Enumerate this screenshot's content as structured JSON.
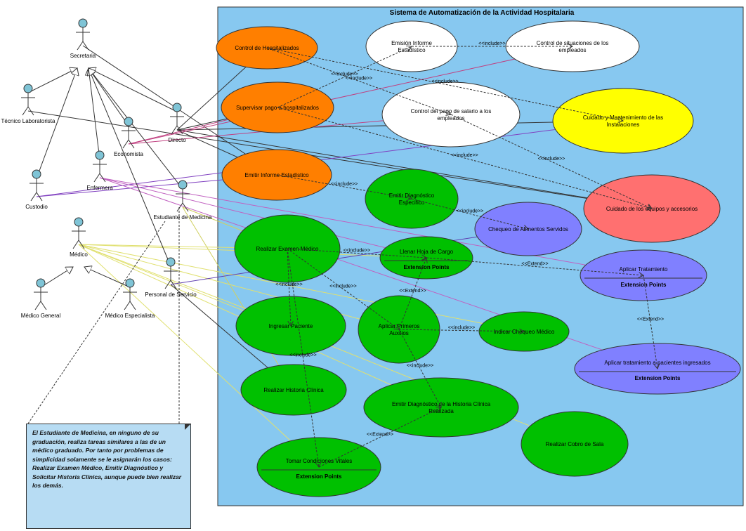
{
  "system": {
    "title": "Sistema de Automatización de la Actividad Hospitalaria"
  },
  "actors": [
    {
      "id": "secretaria",
      "name": "Secretaria"
    },
    {
      "id": "tecnico_lab",
      "name": "Técnico Laboratorista"
    },
    {
      "id": "directo",
      "name": "Directo"
    },
    {
      "id": "economista",
      "name": "Economista"
    },
    {
      "id": "enfermera",
      "name": "Enfermera"
    },
    {
      "id": "custodio",
      "name": "Custodio"
    },
    {
      "id": "estudiante",
      "name": "Estudiante de Medicina"
    },
    {
      "id": "medico",
      "name": "Médico"
    },
    {
      "id": "personal",
      "name": "Personal de Servicio"
    },
    {
      "id": "medico_general",
      "name": "Médico General"
    },
    {
      "id": "medico_esp",
      "name": "Médico Especialista"
    }
  ],
  "use_cases": [
    {
      "id": "uc1",
      "label": "Control de Hospitalizados",
      "color": "#ff7f00"
    },
    {
      "id": "uc2",
      "label": "Emisión Informe Estadístico",
      "color": "#ffffff"
    },
    {
      "id": "uc3",
      "label": "Control de situaciones de los empleados",
      "color": "#ffffff"
    },
    {
      "id": "uc4",
      "label": "Supervisar pago a hospitalizados",
      "color": "#ff7f00"
    },
    {
      "id": "uc5",
      "label": "Control del pago de salario a los empleados",
      "color": "#ffffff"
    },
    {
      "id": "uc6",
      "label": "Cuidado y Mantenimiento de las Instalaciones",
      "color": "#ffff00"
    },
    {
      "id": "uc7",
      "label": "Emitir Informe Estadístico",
      "color": "#ff7f00"
    },
    {
      "id": "uc8",
      "label": "Emitir Diagnóstico Especifico",
      "color": "#00c000"
    },
    {
      "id": "uc9",
      "label": "Cuidado de los equipos y accesorios",
      "color": "#ff7070"
    },
    {
      "id": "uc10",
      "label": "Chequeo de Alimentos Servidos",
      "color": "#8080ff"
    },
    {
      "id": "uc11",
      "label": "Realizar Examen Médico",
      "color": "#00c000"
    },
    {
      "id": "uc12",
      "label": "Llenar Hoja de Cargo",
      "sub": "Extension Points",
      "color": "#00c000"
    },
    {
      "id": "uc13",
      "label": "Aplicar Tratamiento",
      "sub": "Extension Points",
      "color": "#8080ff"
    },
    {
      "id": "uc14",
      "label": "Ingresar Paciente",
      "color": "#00c000"
    },
    {
      "id": "uc15",
      "label": "Aplicar Primeros Auxilios",
      "color": "#00c000"
    },
    {
      "id": "uc16",
      "label": "Indicar Chequeo Médico",
      "color": "#00c000"
    },
    {
      "id": "uc17",
      "label": "Aplicar tratamiento a pacientes ingresados",
      "sub": "Extension Points",
      "color": "#8080ff"
    },
    {
      "id": "uc18",
      "label": "Realizar Historia Clínica",
      "color": "#00c000"
    },
    {
      "id": "uc19",
      "label": "Emitir Diagnóstico de la Historia Clínica Realizada",
      "color": "#00c000"
    },
    {
      "id": "uc20",
      "label": "Realizar Cobro de Sala",
      "color": "#00c000"
    },
    {
      "id": "uc21",
      "label": "Tomar Condiciones Vitales",
      "sub": "Extension Points",
      "color": "#00c000"
    }
  ],
  "stereotypes": {
    "include": "<<include>>",
    "extend": "<<Extend>>"
  },
  "note": "El Estudiante de Medicina, en ninguno de su graduación, realiza tareas similares a las de un médico graduado. Por tanto por problemas de simplicidad solamente se le asignarán los casos: Realizar Examen Médico, Emitir Diagnóstico y Solicitar Historia Clínica, aunque puede bien realizar los demás.",
  "colors": {
    "system_bg": "#87c8f0",
    "orange": "#ff7f00",
    "green": "#00c000",
    "purple": "#8080ff",
    "yellow": "#ffff00",
    "salmon": "#ff7070"
  }
}
